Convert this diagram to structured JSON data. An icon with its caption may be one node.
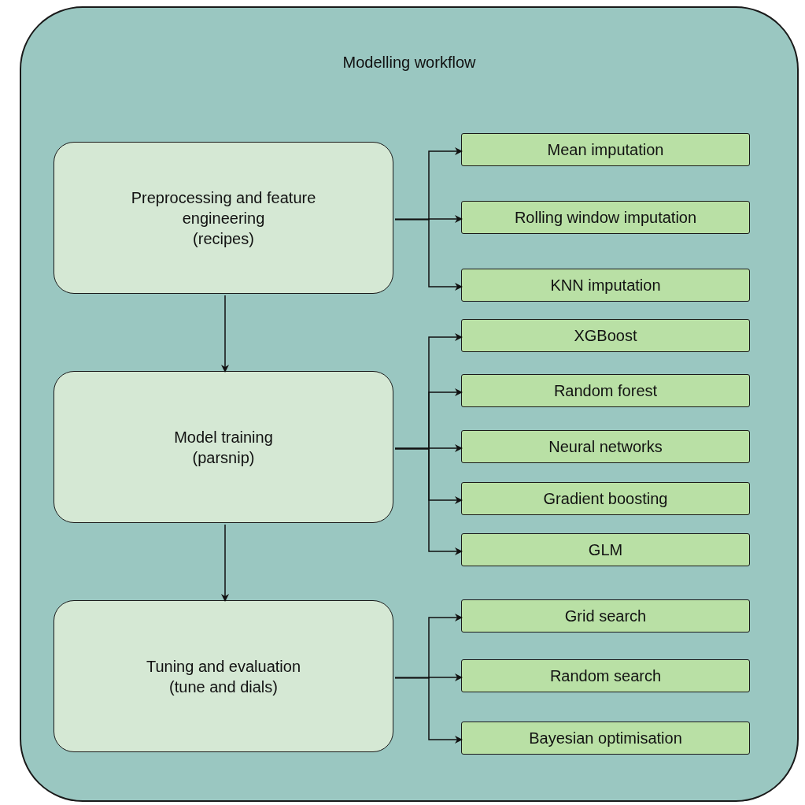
{
  "diagram": {
    "nodes": [
      {
        "text": [
          "Modelling workflow"
        ]
      },
      {
        "text": [
          "Preprocessing and feature engineering",
          "(recipes)"
        ],
        "in": 0
      },
      {
        "text": [
          "Mean imputation"
        ],
        "in": 0
      },
      {
        "text": [
          "Rolling window imputation"
        ],
        "in": 0
      },
      {
        "text": [
          "KNN imputation"
        ],
        "in": 0
      },
      {
        "text": [
          "Model training",
          "(parsnip)"
        ],
        "in": 0
      },
      {
        "text": [
          "XGBoost"
        ],
        "in": 0
      },
      {
        "text": [
          "Random forest"
        ],
        "in": 0
      },
      {
        "text": [
          "Neural networks"
        ],
        "in": 0
      },
      {
        "text": [
          "Gradient boosting"
        ],
        "in": 0
      },
      {
        "text": [
          "GLM"
        ],
        "in": 0
      },
      {
        "text": [
          "Tuning and evaluation",
          "(tune and dials)"
        ],
        "in": 0
      },
      {
        "text": [
          "Grid search"
        ],
        "in": 0
      },
      {
        "text": [
          "Random search"
        ],
        "in": 0
      },
      {
        "text": [
          "Bayesian optimisation"
        ],
        "in": 0
      }
    ],
    "edges": [
      {
        "from": 1,
        "to": 5,
        "arrow": "to"
      },
      {
        "from": 5,
        "to": 11,
        "arrow": "to"
      },
      {
        "from": 1,
        "to": 2,
        "arrow": "to"
      },
      {
        "from": 1,
        "to": 3,
        "arrow": "to"
      },
      {
        "from": 1,
        "to": 4,
        "arrow": "to"
      },
      {
        "from": 5,
        "to": 6,
        "arrow": "to"
      },
      {
        "from": 5,
        "to": 7,
        "arrow": "to"
      },
      {
        "from": 5,
        "to": 8,
        "arrow": "to"
      },
      {
        "from": 5,
        "to": 9,
        "arrow": "to"
      },
      {
        "from": 5,
        "to": 10,
        "arrow": "to"
      },
      {
        "from": 11,
        "to": 12,
        "arrow": "to"
      },
      {
        "from": 11,
        "to": 13,
        "arrow": "to"
      },
      {
        "from": 11,
        "to": 14,
        "arrow": "to"
      }
    ]
  }
}
